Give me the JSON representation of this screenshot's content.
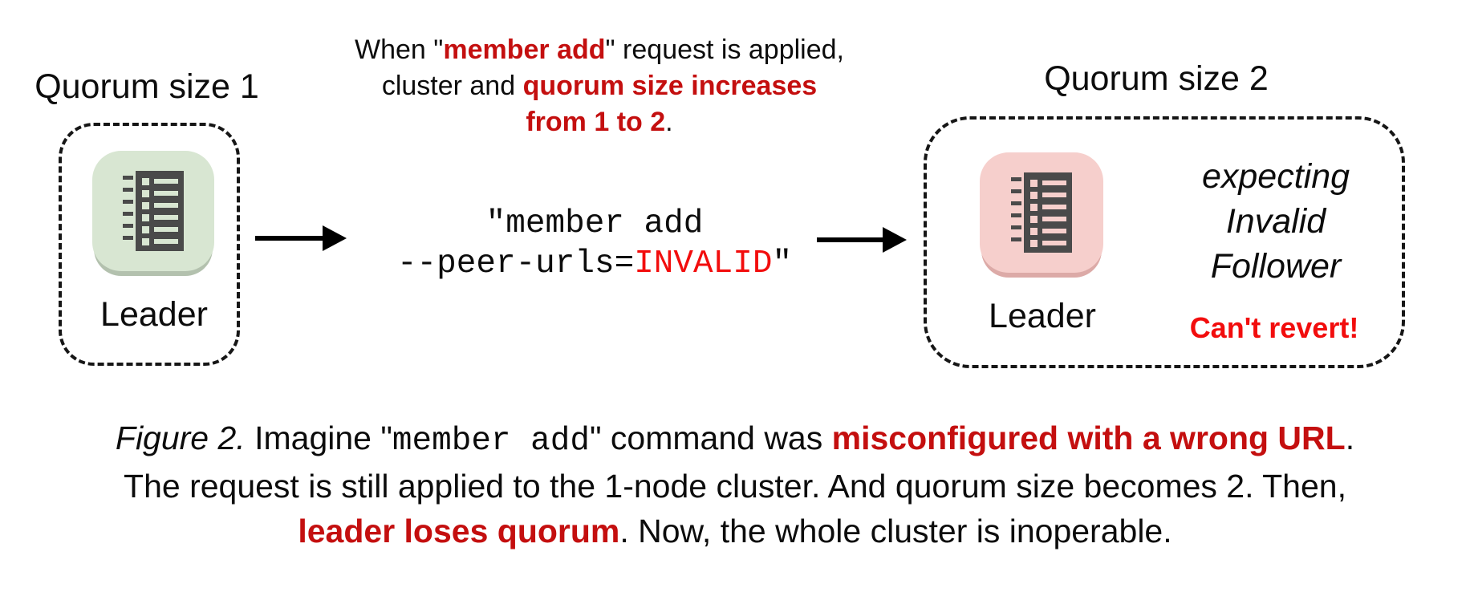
{
  "colors": {
    "accent_red": "#c40f0f",
    "bright_red": "#f20d0d",
    "node_green": "#d8e6d2",
    "node_pink": "#f6cfcc",
    "icon_gray": "#4a4a4a"
  },
  "left_panel": {
    "title": "Quorum size 1",
    "node_label": "Leader"
  },
  "annotation": {
    "lines": [
      [
        {
          "t": "When \""
        },
        {
          "t": "member add",
          "s": "rb"
        },
        {
          "t": "\" request is applied,"
        }
      ],
      [
        {
          "t": "cluster and "
        },
        {
          "t": "quorum size increases",
          "s": "rb"
        }
      ],
      [
        {
          "t": "from 1 to 2",
          "s": "rb"
        },
        {
          "t": "."
        }
      ]
    ]
  },
  "command": {
    "lines": [
      [
        {
          "t": "\"member add"
        }
      ],
      [
        {
          "t": "--peer-urls="
        },
        {
          "t": "INVALID",
          "s": "br"
        },
        {
          "t": "\""
        }
      ]
    ]
  },
  "right_panel": {
    "title": "Quorum size 2",
    "node_label": "Leader",
    "expectation": {
      "lines": [
        [
          {
            "t": "expecting"
          }
        ],
        [
          {
            "t": "Invalid"
          }
        ],
        [
          {
            "t": "Follower"
          }
        ]
      ]
    },
    "warning": "Can't revert!"
  },
  "caption": {
    "lines": [
      [
        {
          "t": "Figure 2.",
          "s": "it"
        },
        {
          "t": " Imagine \""
        },
        {
          "t": "member add",
          "s": "mono"
        },
        {
          "t": "\" command was "
        },
        {
          "t": "misconfigured with a wrong URL",
          "s": "rb"
        },
        {
          "t": "."
        }
      ],
      [
        {
          "t": "The request is still applied to the 1-node cluster. And quorum size becomes 2. Then,"
        }
      ],
      [
        {
          "t": "leader loses quorum",
          "s": "rb"
        },
        {
          "t": ". Now, the whole cluster is inoperable."
        }
      ]
    ]
  }
}
